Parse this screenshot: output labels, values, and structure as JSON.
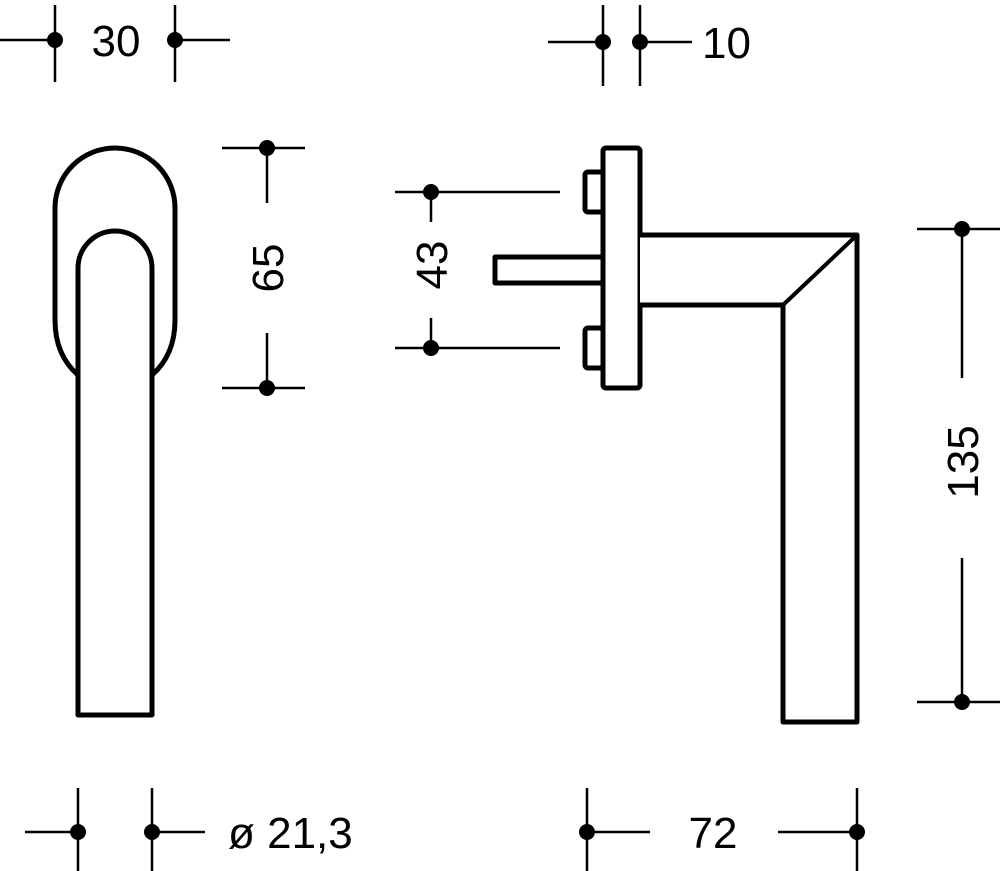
{
  "dimensions": {
    "rose_width": "30",
    "rose_height": "65",
    "lever_diameter": "ø 21,3",
    "rose_depth": "10",
    "fixing_hole_spacing": "43",
    "lever_projection": "72",
    "lever_length": "135"
  },
  "colors": {
    "line": "#000000",
    "background": "#ffffff"
  }
}
